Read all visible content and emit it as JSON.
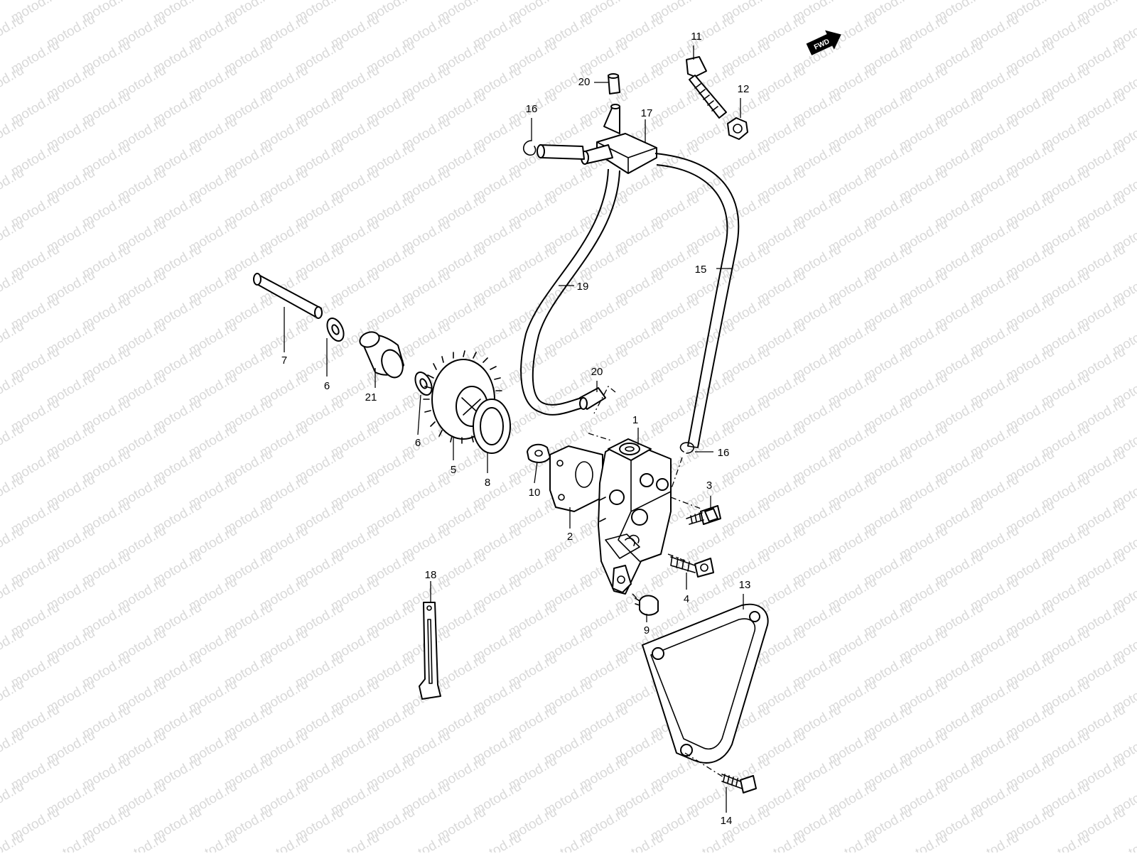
{
  "watermark": "motod.ru",
  "direction_badge": "FWD",
  "callouts": {
    "c1": "1",
    "c2": "2",
    "c3": "3",
    "c4": "4",
    "c5": "5",
    "c6a": "6",
    "c6b": "6",
    "c7": "7",
    "c8": "8",
    "c9": "9",
    "c10": "10",
    "c11": "11",
    "c12": "12",
    "c13": "13",
    "c14": "14",
    "c15": "15",
    "c16a": "16",
    "c16b": "16",
    "c17": "17",
    "c18": "18",
    "c19": "19",
    "c20a": "20",
    "c20b": "20",
    "c21": "21"
  },
  "colors": {
    "line": "#000000",
    "background": "#ffffff",
    "watermark": "#d9d9d9"
  }
}
